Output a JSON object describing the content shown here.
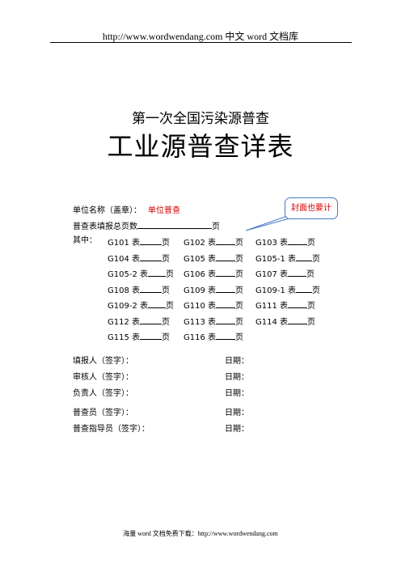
{
  "header": {
    "text": "http://www.wordwendang.com  中文 word 文档库"
  },
  "title": {
    "line1": "第一次全国污染源普查",
    "line2": "工业源普查详表"
  },
  "unit": {
    "label": "单位名称（盖章）：",
    "value": "单位普查"
  },
  "callout": {
    "text": "封面也要计"
  },
  "total_pages": {
    "label": "普查表填报总页数",
    "unit": "页"
  },
  "forms": {
    "prefix": "其中：",
    "unit": "页",
    "rows": [
      [
        "G101 表",
        "G102 表",
        "G103 表"
      ],
      [
        "G104 表",
        "G105 表",
        "G105-1 表"
      ],
      [
        "G105-2 表",
        "G106 表",
        "G107 表"
      ],
      [
        "G108 表",
        "G109 表",
        "G109-1 表"
      ],
      [
        "G109-2 表",
        "G110 表",
        "G111 表"
      ],
      [
        "G112 表",
        "G113 表",
        "G114 表"
      ],
      [
        "G115 表",
        "G116 表"
      ]
    ]
  },
  "signatures": {
    "date_label": "日期：",
    "rows": [
      "填报人（签字）：",
      "审核人（签字）：",
      "负责人（签字）：",
      "普查员（签字）：",
      "普查指导员（签字）："
    ]
  },
  "footer": {
    "text": "海量 word 文档免费下载：http://www.wordwendang.com"
  }
}
